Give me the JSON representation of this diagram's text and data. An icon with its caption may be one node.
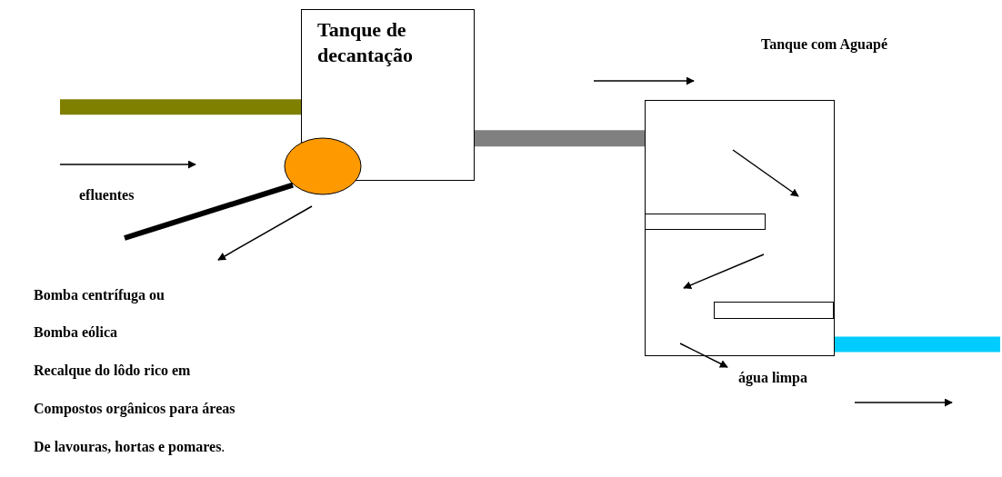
{
  "diagram": {
    "nodes": [
      {
        "text": [
          "Tanque de decantação"
        ]
      },
      {
        "text": [
          "Tanque com Aguapé"
        ]
      },
      {
        "text": [],
        "shape": "circle"
      },
      {
        "text": [],
        "shape": "bar",
        "in": 1
      },
      {
        "text": [],
        "shape": "bar",
        "in": 1
      }
    ],
    "edges": [
      {
        "from": null,
        "to": 0,
        "arrow": "none",
        "color": "#808000"
      },
      {
        "from": 0,
        "to": 1,
        "arrow": "none",
        "color": "#808080"
      },
      {
        "from": 1,
        "to": null,
        "arrow": "none",
        "color": "#00ccff"
      },
      {
        "from": 2,
        "to": null,
        "arrow": "none",
        "color": "#000000"
      }
    ],
    "labels": [
      "efluentes",
      "Bomba centrífuga ou",
      "Bomba eólica",
      "Recalque do lôdo rico em",
      "Compostos orgânicos para áreas",
      "**De lavouras, hortas e pomares**.",
      "água limpa"
    ]
  }
}
